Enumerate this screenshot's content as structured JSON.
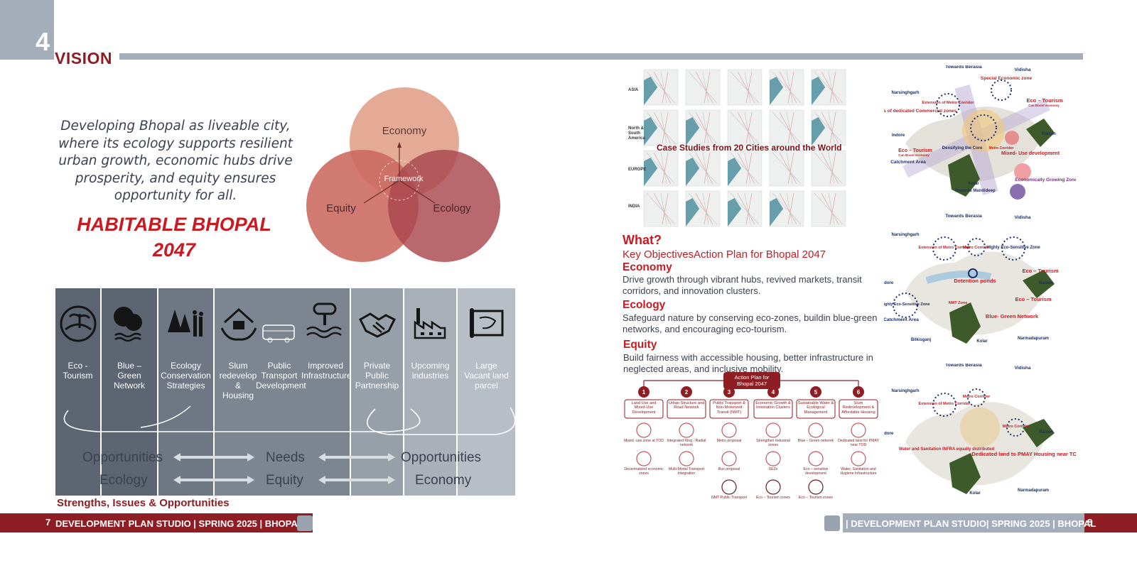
{
  "header": {
    "section_number": "4",
    "section_title": "VISION"
  },
  "vision": {
    "statement": "Developing Bhopal as liveable city, where its ecology supports resilient urban growth, economic hubs drive prosperity, and equity ensures opportunity for all.",
    "title_line1": "HABITABLE BHOPAL",
    "title_line2": "2047"
  },
  "venn": {
    "top": "Economy",
    "left": "Equity",
    "right": "Ecology",
    "center": "Framework"
  },
  "strengths": {
    "columns": [
      {
        "label": "Eco -\nTourism"
      },
      {
        "label": "Blue –\nGreen\nNetwork"
      },
      {
        "label": "Ecology\nConservation\nStrategies"
      },
      {
        "label": "Slum\nredevelop\n&\nHousing"
      },
      {
        "label": "Public\nTransport\nDevelopment"
      },
      {
        "label": "Improved\nInfrastructure"
      },
      {
        "label": "Private\nPublic\nPartnership"
      },
      {
        "label": "Upcoming\nindustries"
      },
      {
        "label": "Large\nVacant land\nparcel"
      }
    ],
    "row1": [
      "Opportunities",
      "Needs",
      "Opportunities"
    ],
    "row2": [
      "Ecology",
      "Equity",
      "Economy"
    ],
    "caption": "Strengths, Issues & Opportunities"
  },
  "footer_left": {
    "page": "7",
    "text_a": "DEVELOPMENT PLAN STUDIO | SPRING 2025 | ",
    "text_b": "BHOPAL",
    "text_c": " |"
  },
  "footer_right": {
    "page": "8",
    "text_a": "| DEVELOPMENT PLAN STUDIO| SPRING 2025 | ",
    "text_b": "BHOPAL"
  },
  "case_studies": {
    "caption": "Case Studies from 20 Cities around the World",
    "rows": [
      "ASIA",
      "North &\nSouth\nAmerica",
      "EUROPE",
      "INDIA"
    ]
  },
  "objectives": {
    "what": "What?",
    "heading": "Key ObjectivesAction Plan for Bhopal 2047",
    "items": [
      {
        "head": "Economy",
        "text": "Drive growth through vibrant hubs, revived markets, transit corridors, and innovation clusters."
      },
      {
        "head": "Ecology",
        "text": "Safeguard nature by conserving eco-zones, buildin blue-green networks, and encouraging eco-tourism."
      },
      {
        "head": "Equity",
        "text": "Build fairness with accessible housing, better infrastructure in neglected areas, and inclusive mobility."
      }
    ]
  },
  "action_plan": {
    "title": "Action Plan for Bhopal 2047",
    "steps": [
      {
        "num": "1",
        "label": "Land Use and Mixed-Use Development",
        "items": [
          "Mixed -use zone at TOD",
          "Decentralized economic zones"
        ]
      },
      {
        "num": "2",
        "label": "Urban Structure and Road Network",
        "items": [
          "Integrated Ring - Radial network",
          "Multi-Modal Transport integration"
        ]
      },
      {
        "num": "3",
        "label": "Public Transport & Non-Motorized Transit (NMT)",
        "items": [
          "Metro proposal",
          "Bus proposal",
          "NMT Public Transport"
        ]
      },
      {
        "num": "4",
        "label": "Economic Growth & Innovation Clusters",
        "items": [
          "Strengthen Industrial zones",
          "SEZs",
          "Eco – Tourism zones"
        ]
      },
      {
        "num": "5",
        "label": "Sustainable Water & Ecological Management",
        "items": [
          "Blue – Green network",
          "Eco – sensitive development",
          "Eco – Tourism zones"
        ]
      },
      {
        "num": "6",
        "label": "Slum Redevelopment & Affordable Housing",
        "items": [
          "Dedicated land for PMAY near TOD",
          "Water, Sanitation and Hygiene Infrastructure"
        ]
      }
    ]
  },
  "maps": {
    "economy": {
      "labels": [
        "Towards Berasia",
        "Vidisha",
        "Special Economic zone",
        "Narsinghgarh",
        "Extension of Metro Corridor",
        "Pockets of dedicated Commercial zones",
        "Eco – Tourism",
        "Can Boost economy",
        "Indore",
        "Raisen",
        "Densifying the Core",
        "Metro Corridor",
        "Eco – Tourism",
        "Can Boost economy",
        "Mixed- Use development",
        "Catchment Area",
        "Economically Growing Zone",
        "Kolar",
        "Towards Mandideep"
      ]
    },
    "ecology": {
      "labels": [
        "Towards Berasia",
        "Vidisha",
        "Narsinghgarh",
        "Extension of Metro Corridor",
        "Metro Corridor",
        "Highly Eco-Sensitive Zone",
        "Eco – Tourism",
        "Indore",
        "Detention ponds",
        "Raisen",
        "Highly Eco-Sensitive Zone",
        "NMT Zone",
        "Eco – Tourism",
        "Catchment Area",
        "Blue- Green Network",
        "Bilkisganj",
        "Kolar",
        "Narmadapuram"
      ]
    },
    "equity": {
      "labels": [
        "Towards Berasia",
        "Vidisha",
        "Narsinghgarh",
        "Extension of Metro Corridor",
        "Metro Corridor",
        "Indore",
        "Metro Corridor",
        "Raisen",
        "Water and Sanitation INFRA equally distributed",
        "Dedicated land to PMAY Housing near TOD",
        "Kolar",
        "Narmadapuram"
      ]
    }
  },
  "colors": {
    "brand_red": "#8f1d24",
    "accent_red": "#c91a22",
    "slate": "#a4aebb",
    "venn_economy": "#e1a189",
    "venn_equity": "#c9685e",
    "venn_ecology": "#a9474e"
  }
}
